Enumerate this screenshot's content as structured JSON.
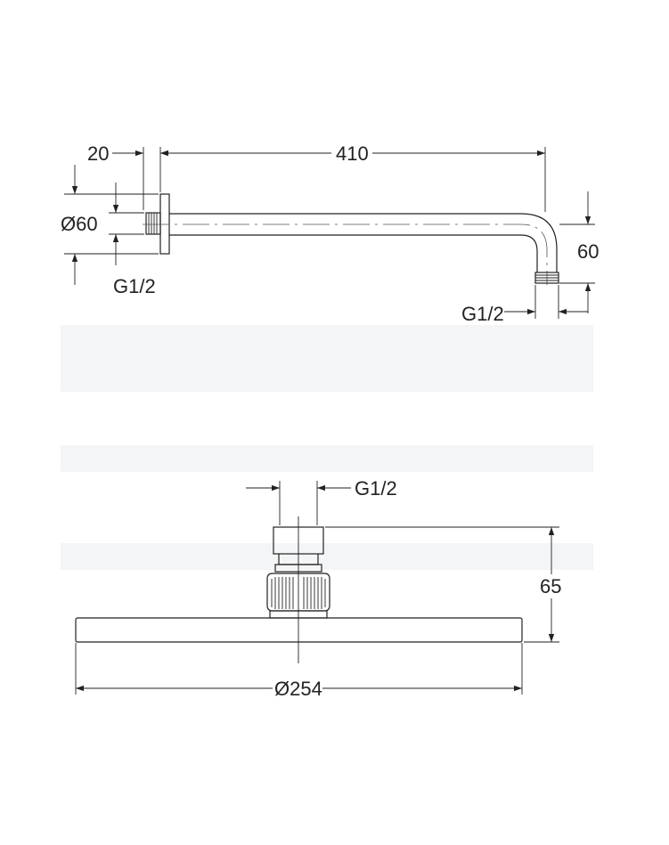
{
  "arm_view": {
    "dim_flange_width": "20",
    "dim_arm_length": "410",
    "dim_flange_diameter": "Ø60",
    "dim_drop_height": "60",
    "label_thread_wall": "G1/2",
    "label_thread_outlet": "G1/2"
  },
  "head_view": {
    "label_thread_inlet": "G1/2",
    "dim_height": "65",
    "dim_diameter": "Ø254"
  }
}
